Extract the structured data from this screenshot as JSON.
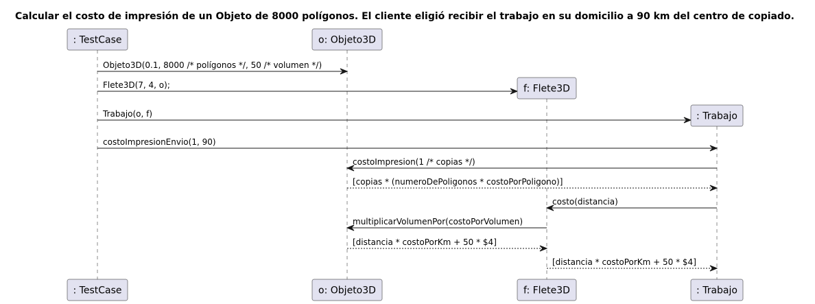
{
  "title": "Calcular el costo de impresión de un Objeto de 8000 polígonos. El cliente eligió recibir el trabajo en su domicilio a 90 km del centro de copiado.",
  "participants": [
    {
      "id": "testcase",
      "label": ": TestCase"
    },
    {
      "id": "objeto3d",
      "label": "o: Objeto3D"
    },
    {
      "id": "flete3d",
      "label": "f: Flete3D"
    },
    {
      "id": "trabajo",
      "label": ": Trabajo"
    }
  ],
  "messages": [
    {
      "from": "testcase",
      "to": "objeto3d",
      "text": "Objeto3D(0.1, 8000 /* polígonos */, 50 /* volumen */)",
      "kind": "call"
    },
    {
      "from": "testcase",
      "to": "flete3d",
      "text": "Flete3D(7, 4, o);",
      "kind": "create"
    },
    {
      "from": "testcase",
      "to": "trabajo",
      "text": "Trabajo(o, f)",
      "kind": "create"
    },
    {
      "from": "testcase",
      "to": "trabajo",
      "text": "costoImpresionEnvio(1, 90)",
      "kind": "call"
    },
    {
      "from": "trabajo",
      "to": "objeto3d",
      "text": "costoImpresion(1 /* copias */)",
      "kind": "call"
    },
    {
      "from": "objeto3d",
      "to": "trabajo",
      "text": "[copias * (numeroDePoligonos * costoPorPoligono)]",
      "kind": "reply"
    },
    {
      "from": "trabajo",
      "to": "flete3d",
      "text": "costo(distancia)",
      "kind": "call"
    },
    {
      "from": "flete3d",
      "to": "objeto3d",
      "text": "multiplicarVolumenPor(costoPorVolumen)",
      "kind": "call"
    },
    {
      "from": "objeto3d",
      "to": "flete3d",
      "text": "[distancia * costoPorKm + 50 * $4]",
      "kind": "reply"
    },
    {
      "from": "flete3d",
      "to": "trabajo",
      "text": "[distancia * costoPorKm + 50 * $4]",
      "kind": "reply"
    }
  ]
}
